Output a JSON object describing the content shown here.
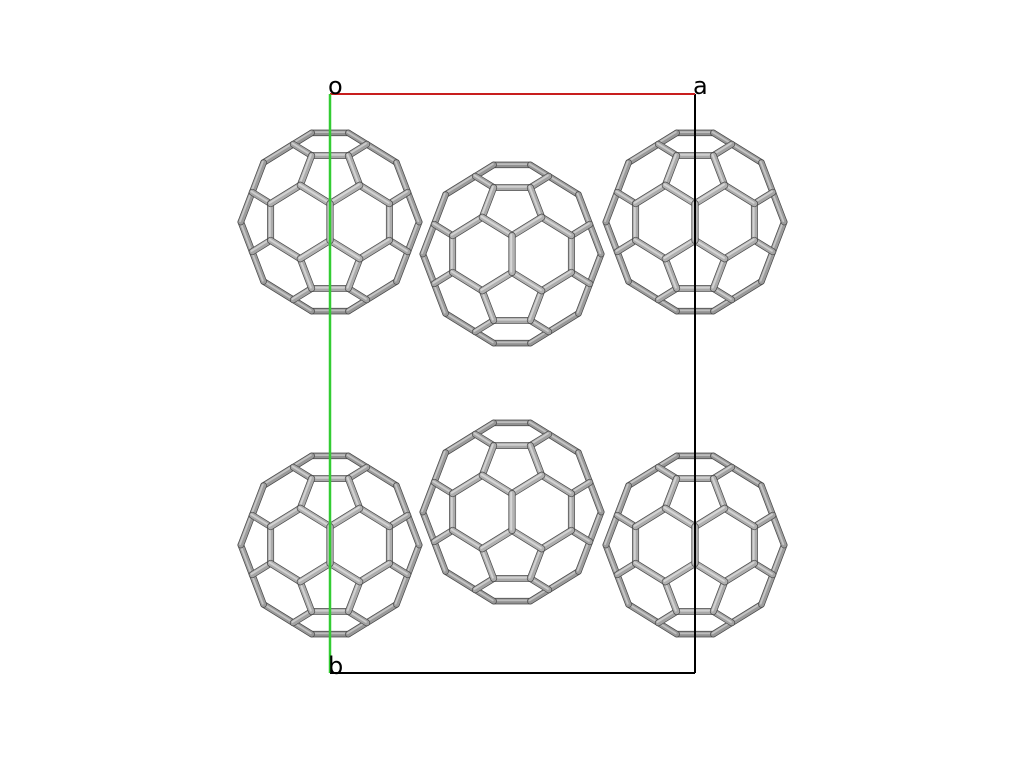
{
  "labels": {
    "origin": "o",
    "a": "a",
    "b": "b"
  },
  "colors": {
    "a_axis": "#c81e1e",
    "b_axis": "#33cc33",
    "cell_edge": "#000000",
    "bond": "#9a9a9a",
    "bond_highlight": "#d4d4d4",
    "bond_shadow": "#5a5a5a",
    "background": "#ffffff"
  },
  "molecule": {
    "name": "C60",
    "count": 6
  }
}
